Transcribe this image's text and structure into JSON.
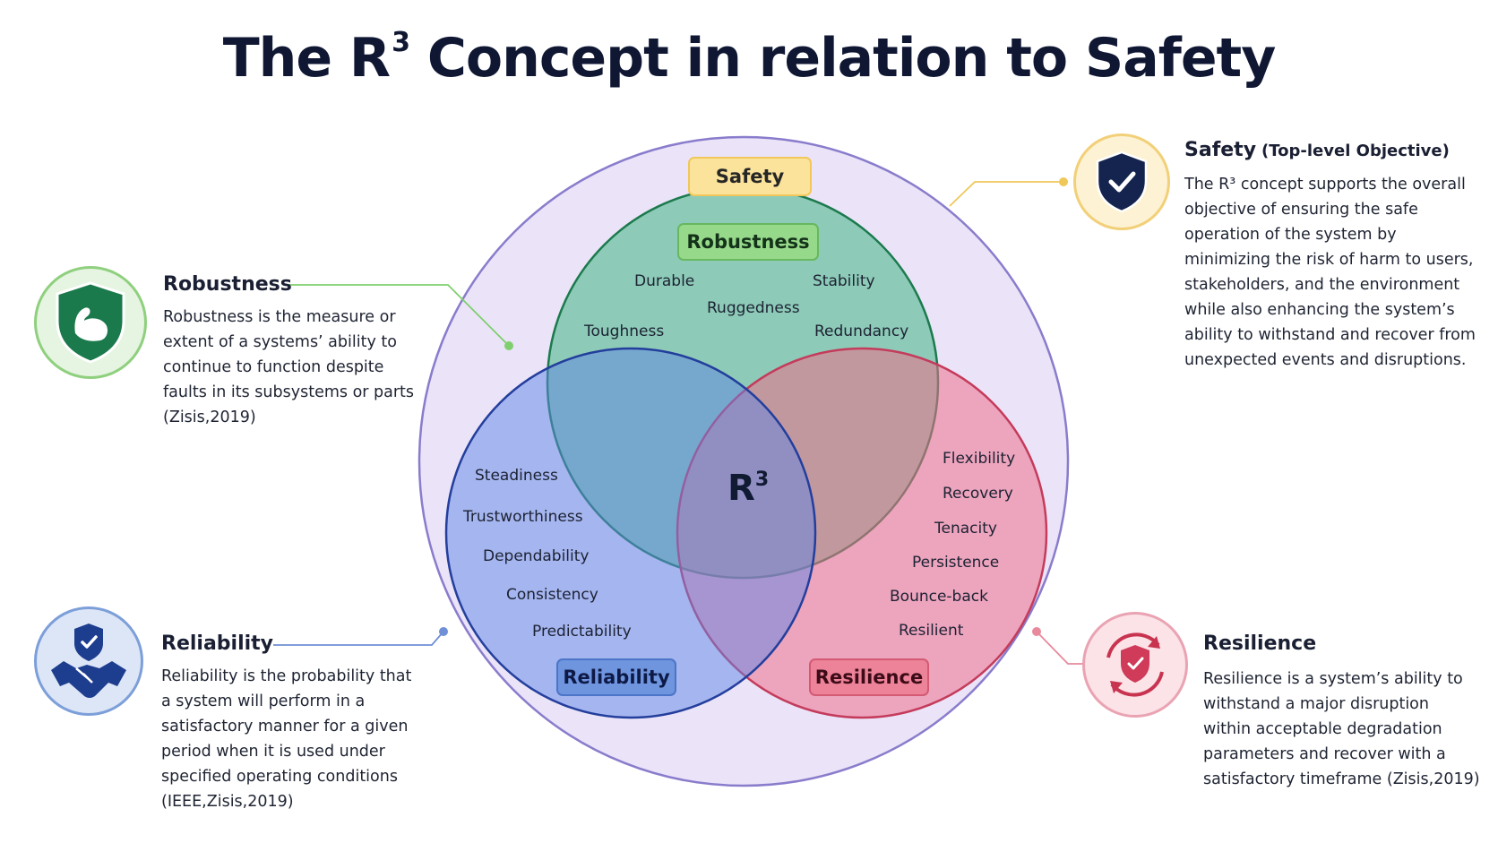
{
  "title": {
    "main": "The R",
    "sup": "3",
    "rest": " Concept in relation to Safety"
  },
  "labels": {
    "safety": "Safety",
    "robustness": "Robustness",
    "reliability": "Reliability",
    "resilience": "Resilience",
    "center": "R",
    "center_sup": "3"
  },
  "robustness_terms": [
    "Durable",
    "Stability",
    "Ruggedness",
    "Toughness",
    "Redundancy"
  ],
  "reliability_terms": [
    "Steadiness",
    "Trustworthiness",
    "Dependability",
    "Consistency",
    "Predictability"
  ],
  "resilience_terms": [
    "Flexibility",
    "Recovery",
    "Tenacity",
    "Persistence",
    "Bounce-back",
    "Resilient"
  ],
  "descriptions": {
    "robustness": {
      "title": "Robustness",
      "text": "Robustness is the measure or extent of a systems’ ability to continue to function despite faults in its subsystems or parts (Zisis,2019)"
    },
    "reliability": {
      "title": "Reliability",
      "text": "Reliability is the probability that a system will perform in a satisfactory manner for a given period when it is used under specified operating conditions (IEEE,Zisis,2019)"
    },
    "safety": {
      "title": "Safety",
      "subtitle": "(Top-level Objective)",
      "text": "The R³ concept supports the overall objective of ensuring the safe operation of the system by minimizing the risk of harm to users, stakeholders, and the environment while also enhancing the system’s ability to withstand and recover from unexpected events and disruptions."
    },
    "resilience": {
      "title": "Resilience",
      "text": "Resilience is a system’s ability to withstand a major disruption within acceptable degradation parameters and recover with a satisfactory timeframe (Zisis,2019)"
    }
  },
  "icons": {
    "robustness": "muscle-shield-icon",
    "reliability": "handshake-shield-icon",
    "safety": "check-shield-icon",
    "resilience": "recovery-shield-icon"
  },
  "colors": {
    "safety": "#f1c75b",
    "robustness": "#3daa78",
    "reliability": "#5b80dd",
    "resilience": "#e06f88",
    "outer": "#8a7ccc"
  }
}
